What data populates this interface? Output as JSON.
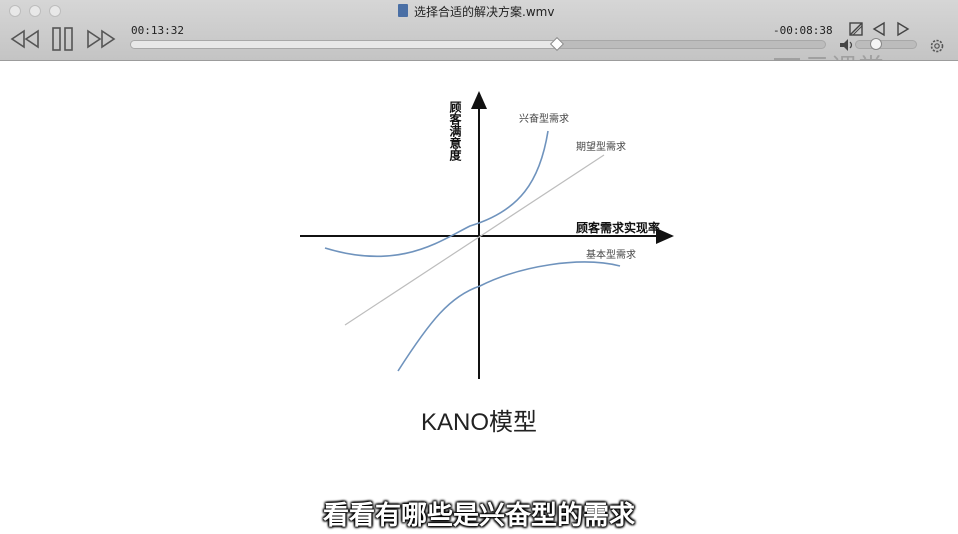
{
  "window": {
    "title": "选择合适的解决方案.wmv"
  },
  "player": {
    "elapsed": "00:13:32",
    "remaining": "-00:08:38",
    "progress": 0.61,
    "volume": 0.33,
    "watermark": "云课堂"
  },
  "diagram": {
    "y_axis_label": "顾客满意度",
    "x_axis_label": "顾客需求实现率",
    "curve_exciting": "兴奋型需求",
    "curve_expected": "期望型需求",
    "curve_basic": "基本型需求",
    "caption": "KANO模型"
  },
  "subtitle": "看看有哪些是兴奋型的需求",
  "colors": {
    "curve": "#6f93bd",
    "expected_line": "#bdbdbd",
    "axis": "#111111"
  }
}
